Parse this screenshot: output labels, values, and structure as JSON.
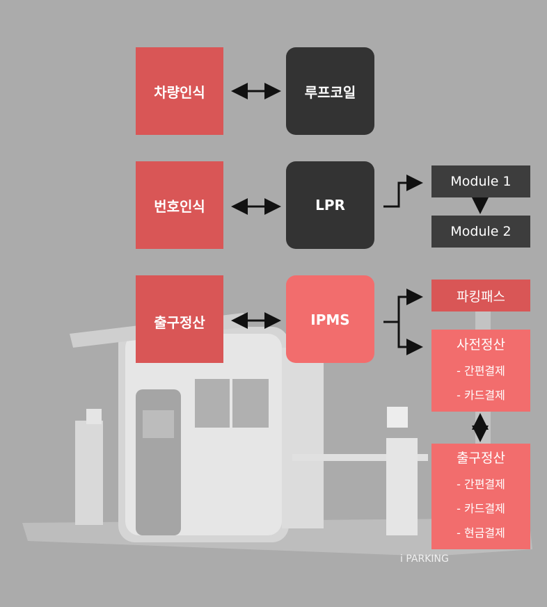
{
  "rows": [
    {
      "left": "차량인식",
      "right": "루프코일"
    },
    {
      "left": "번호인식",
      "right": "LPR"
    },
    {
      "left": "출구정산",
      "right": "IPMS"
    }
  ],
  "modules": [
    "Module 1",
    "Module 2"
  ],
  "ipms_outputs": {
    "parking_pass": "파킹패스",
    "prepay": {
      "title": "사전정산",
      "items": [
        "- 간편결제",
        "- 카드결제"
      ]
    },
    "exit_pay": {
      "title": "출구정산",
      "items": [
        "- 간편결제",
        "- 카드결제",
        "- 현금결제"
      ]
    }
  },
  "background": {
    "brand_label": "i PARKING"
  },
  "colors": {
    "red": "#d95656",
    "pink": "#f26d6d",
    "dark": "#333333",
    "background": "#ababab"
  }
}
